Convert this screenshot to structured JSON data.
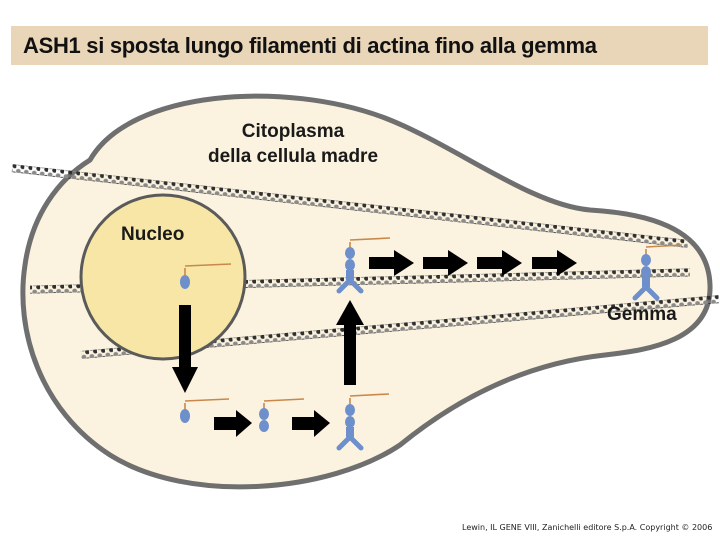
{
  "title": "ASH1 si sposta lungo filamenti di actina fino alla gemma",
  "labels": {
    "cytoplasm_line1": "Citoplasma",
    "cytoplasm_line2": "della cellula madre",
    "nucleus": "Nucleo",
    "bud": "Gemma"
  },
  "credit": "Lewin, IL GENE VIII, Zanichelli editore S.p.A. Copyright © 2006",
  "colors": {
    "cell_fill": "#fbf3df",
    "cell_outline": "#6f6f6f",
    "nucleus_fill": "#f7e6a6",
    "nucleus_outline": "#5a5a5a",
    "title_bar": "#e9d6b8",
    "protein_blue": "#6d8fcc",
    "mrna_orange": "#c9884a",
    "arrow": "#000000"
  },
  "icons": [
    "ash1-mrna-icon",
    "myosin-motor-icon",
    "actin-filament",
    "transport-arrow"
  ]
}
